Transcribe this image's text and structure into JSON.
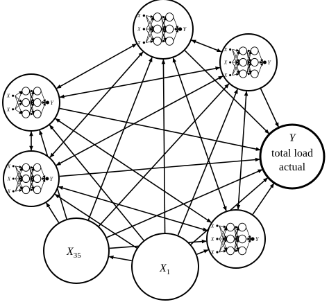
{
  "nodes": {
    "x35": {
      "label": "X35",
      "base": "X",
      "sub": "35"
    },
    "x1": {
      "label": "X1",
      "base": "X",
      "sub": "1"
    },
    "output": {
      "symbol": "Y",
      "line1": "total load",
      "line2": "actual"
    }
  },
  "subnetworks": [
    {
      "id": "top",
      "inputs": [
        "X",
        "X",
        "X"
      ],
      "output": "Y"
    },
    {
      "id": "upper-right",
      "inputs": [
        "X",
        "X",
        "X"
      ],
      "output": "Y"
    },
    {
      "id": "upper-left",
      "inputs": [
        "X",
        "X"
      ],
      "output": "Y"
    },
    {
      "id": "lower-left",
      "inputs": [
        "X",
        "X",
        "X"
      ],
      "output": "Y"
    },
    {
      "id": "bottom-right",
      "inputs": [
        "X",
        "X",
        "X"
      ],
      "output": "Y"
    }
  ],
  "colors": {
    "stroke": "#000000",
    "background": "#ffffff"
  }
}
